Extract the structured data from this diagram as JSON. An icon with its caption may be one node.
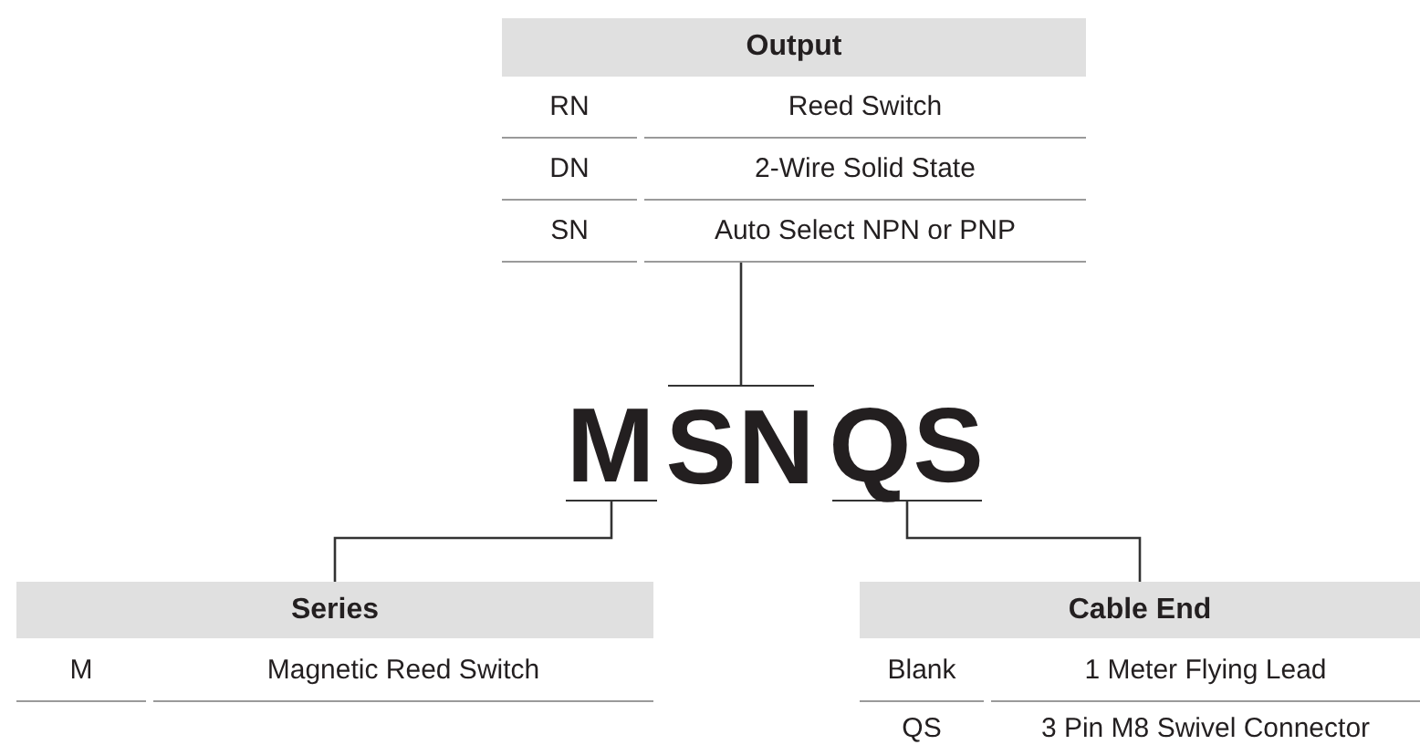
{
  "diagram": {
    "nodes": [
      {
        "text": [
          "Output",
          "RN",
          "Reed Switch",
          "DN",
          "2-Wire Solid State",
          "SN",
          "Auto Select NPN or PNP"
        ]
      },
      {
        "text": [
          "Series",
          "M",
          "Magnetic Reed Switch"
        ]
      },
      {
        "text": [
          "Cable End",
          "Blank",
          "1 Meter Flying Lead",
          "QS",
          "3 Pin M8 Swivel Connector"
        ]
      },
      {
        "text": [
          "M"
        ]
      },
      {
        "text": [
          "SN"
        ]
      },
      {
        "text": [
          "QS"
        ]
      }
    ],
    "edges": [
      {
        "from": 4,
        "to": 0,
        "arrow": "none"
      },
      {
        "from": 3,
        "to": 1,
        "arrow": "none"
      },
      {
        "from": 5,
        "to": 2,
        "arrow": "none"
      }
    ]
  }
}
